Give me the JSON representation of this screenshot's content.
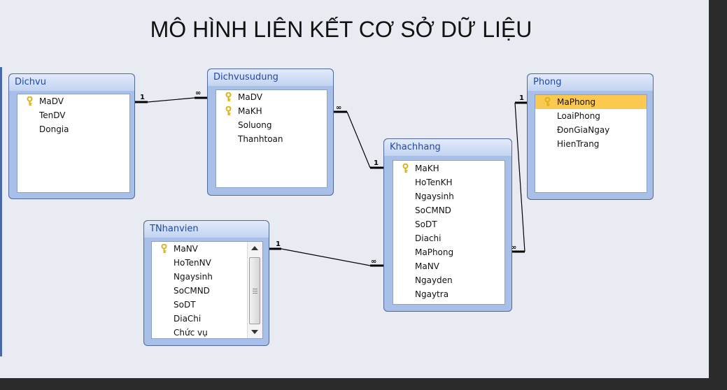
{
  "title": "MÔ HÌNH LIÊN KẾT CƠ SỞ DỮ LIỆU",
  "tables": {
    "dichvu": {
      "name": "Dichvu",
      "fields": [
        {
          "name": "MaDV",
          "key": true
        },
        {
          "name": "TenDV",
          "key": false
        },
        {
          "name": "Dongia",
          "key": false
        }
      ]
    },
    "dichvusudung": {
      "name": "Dichvusudung",
      "fields": [
        {
          "name": "MaDV",
          "key": true
        },
        {
          "name": "MaKH",
          "key": true
        },
        {
          "name": "Soluong",
          "key": false
        },
        {
          "name": "Thanhtoan",
          "key": false
        }
      ]
    },
    "khachhang": {
      "name": "Khachhang",
      "fields": [
        {
          "name": "MaKH",
          "key": true
        },
        {
          "name": "HoTenKH",
          "key": false
        },
        {
          "name": "Ngaysinh",
          "key": false
        },
        {
          "name": "SoCMND",
          "key": false
        },
        {
          "name": "SoDT",
          "key": false
        },
        {
          "name": "Diachi",
          "key": false
        },
        {
          "name": "MaPhong",
          "key": false
        },
        {
          "name": "MaNV",
          "key": false
        },
        {
          "name": "Ngayden",
          "key": false
        },
        {
          "name": "Ngaytra",
          "key": false
        }
      ]
    },
    "phong": {
      "name": "Phong",
      "fields": [
        {
          "name": "MaPhong",
          "key": true,
          "selected": true
        },
        {
          "name": "LoaiPhong",
          "key": false
        },
        {
          "name": "ĐonGiaNgay",
          "key": false
        },
        {
          "name": "HienTrang",
          "key": false
        }
      ]
    },
    "tnhanvien": {
      "name": "TNhanvien",
      "fields": [
        {
          "name": "MaNV",
          "key": true
        },
        {
          "name": "HoTenNV",
          "key": false
        },
        {
          "name": "Ngaysinh",
          "key": false
        },
        {
          "name": "SoCMND",
          "key": false
        },
        {
          "name": "SoDT",
          "key": false
        },
        {
          "name": "DiaChi",
          "key": false
        },
        {
          "name": "Chức vụ",
          "key": false
        }
      ]
    }
  },
  "relationships": [
    {
      "from": "dichvu",
      "to": "dichvusudung",
      "one": "1",
      "many": "∞"
    },
    {
      "from": "khachhang",
      "to": "dichvusudung",
      "one": "1",
      "many": "∞"
    },
    {
      "from": "phong",
      "to": "khachhang",
      "one": "1",
      "many": "∞"
    },
    {
      "from": "tnhanvien",
      "to": "khachhang",
      "one": "1",
      "many": "∞"
    }
  ],
  "colors": {
    "header_text": "#1f4aa8",
    "frame": "#a8bfe8",
    "selected_row": "#fbc94f",
    "key_icon": "#d9b21c"
  }
}
